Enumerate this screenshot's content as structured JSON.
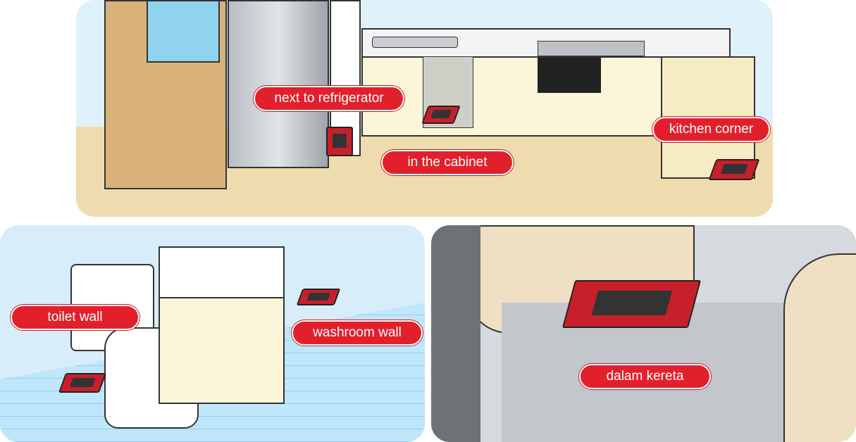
{
  "labels": {
    "next_to_refrigerator": "next to refrigerator",
    "in_the_cabinet": "in the cabinet",
    "kitchen_corner": "kitchen corner",
    "toilet_wall": "toilet wall",
    "washroom_wall": "washroom wall",
    "dalam_kereta": "dalam kereta"
  },
  "colors": {
    "label_bg": "#e2202c",
    "label_text": "#ffffff"
  }
}
